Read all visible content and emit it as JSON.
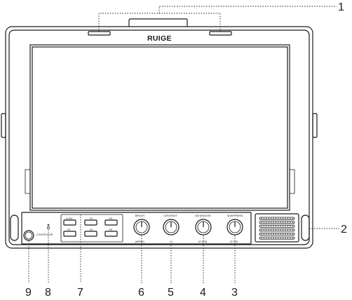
{
  "brand": "RUIGE",
  "panel_labels": {
    "controller": "CONTROLLER",
    "lock": "LOCK",
    "f1": "F1",
    "f2": "F2",
    "f3": "F3",
    "f4": "F4",
    "f5": "F5",
    "knob1_top": "BRIGHT",
    "knob1_bottom": "(MENU)",
    "knob2_top": "CONTRAST",
    "knob2_bottom": "(+)",
    "knob3_top": "SATURATION",
    "knob3_bottom": "(R.G.B)",
    "knob4_top": "SHARPNESS",
    "knob4_bottom": "(F.O.P)"
  },
  "callouts": {
    "c1": "1",
    "c2": "2",
    "c3": "3",
    "c4": "4",
    "c5": "5",
    "c6": "6",
    "c7": "7",
    "c8": "8",
    "c9": "9"
  }
}
